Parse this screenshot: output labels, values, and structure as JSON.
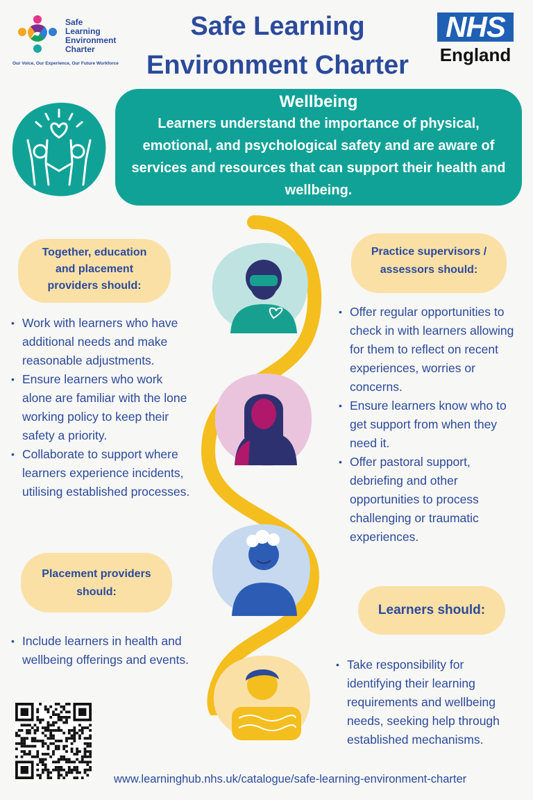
{
  "logo": {
    "lines": [
      "Safe",
      "Learning",
      "Environment",
      "Charter"
    ],
    "tagline": "Our Voice, Our Experience, Our Future Workforce"
  },
  "title": "Safe Learning Environment Charter",
  "nhs": {
    "box": "NHS",
    "region": "England"
  },
  "banner": {
    "title": "Wellbeing",
    "text": "Learners understand the importance of physical, emotional, and psychological safety and are aware of services and resources that can support their health and wellbeing."
  },
  "sections": {
    "together": {
      "heading_lines": [
        "Together, education",
        "and placement",
        "providers should:"
      ],
      "items": [
        "Work with learners who have additional needs and make reasonable adjustments.",
        "Ensure learners who work alone are familiar with the lone working policy to keep their safety a priority.",
        "Collaborate to support where learners experience incidents, utilising established processes."
      ]
    },
    "practice": {
      "heading_lines": [
        "Practice supervisors /",
        "assessors should:"
      ],
      "items": [
        "Offer regular opportunities to check in with learners allowing for them to reflect on recent experiences, worries or concerns.",
        "Ensure learners know who to get support from when they need it.",
        "Offer pastoral support, debriefing and other opportunities to process challenging or traumatic experiences."
      ]
    },
    "placement": {
      "heading_lines": [
        "Placement providers",
        "should:"
      ],
      "items": [
        "Include learners in health and wellbeing offerings and events."
      ]
    },
    "learners": {
      "heading": "Learners should:",
      "items": [
        "Take responsibility for identifying their learning requirements and wellbeing needs, seeking help through established mechanisms."
      ]
    }
  },
  "url": "www.learninghub.nhs.uk/catalogue/safe-learning-environment-charter",
  "colors": {
    "navy": "#2b4a9b",
    "teal": "#11a297",
    "yellow": "#f5be1f",
    "blob": "#fbe0a6",
    "nhs_blue": "#1f5fb4"
  }
}
